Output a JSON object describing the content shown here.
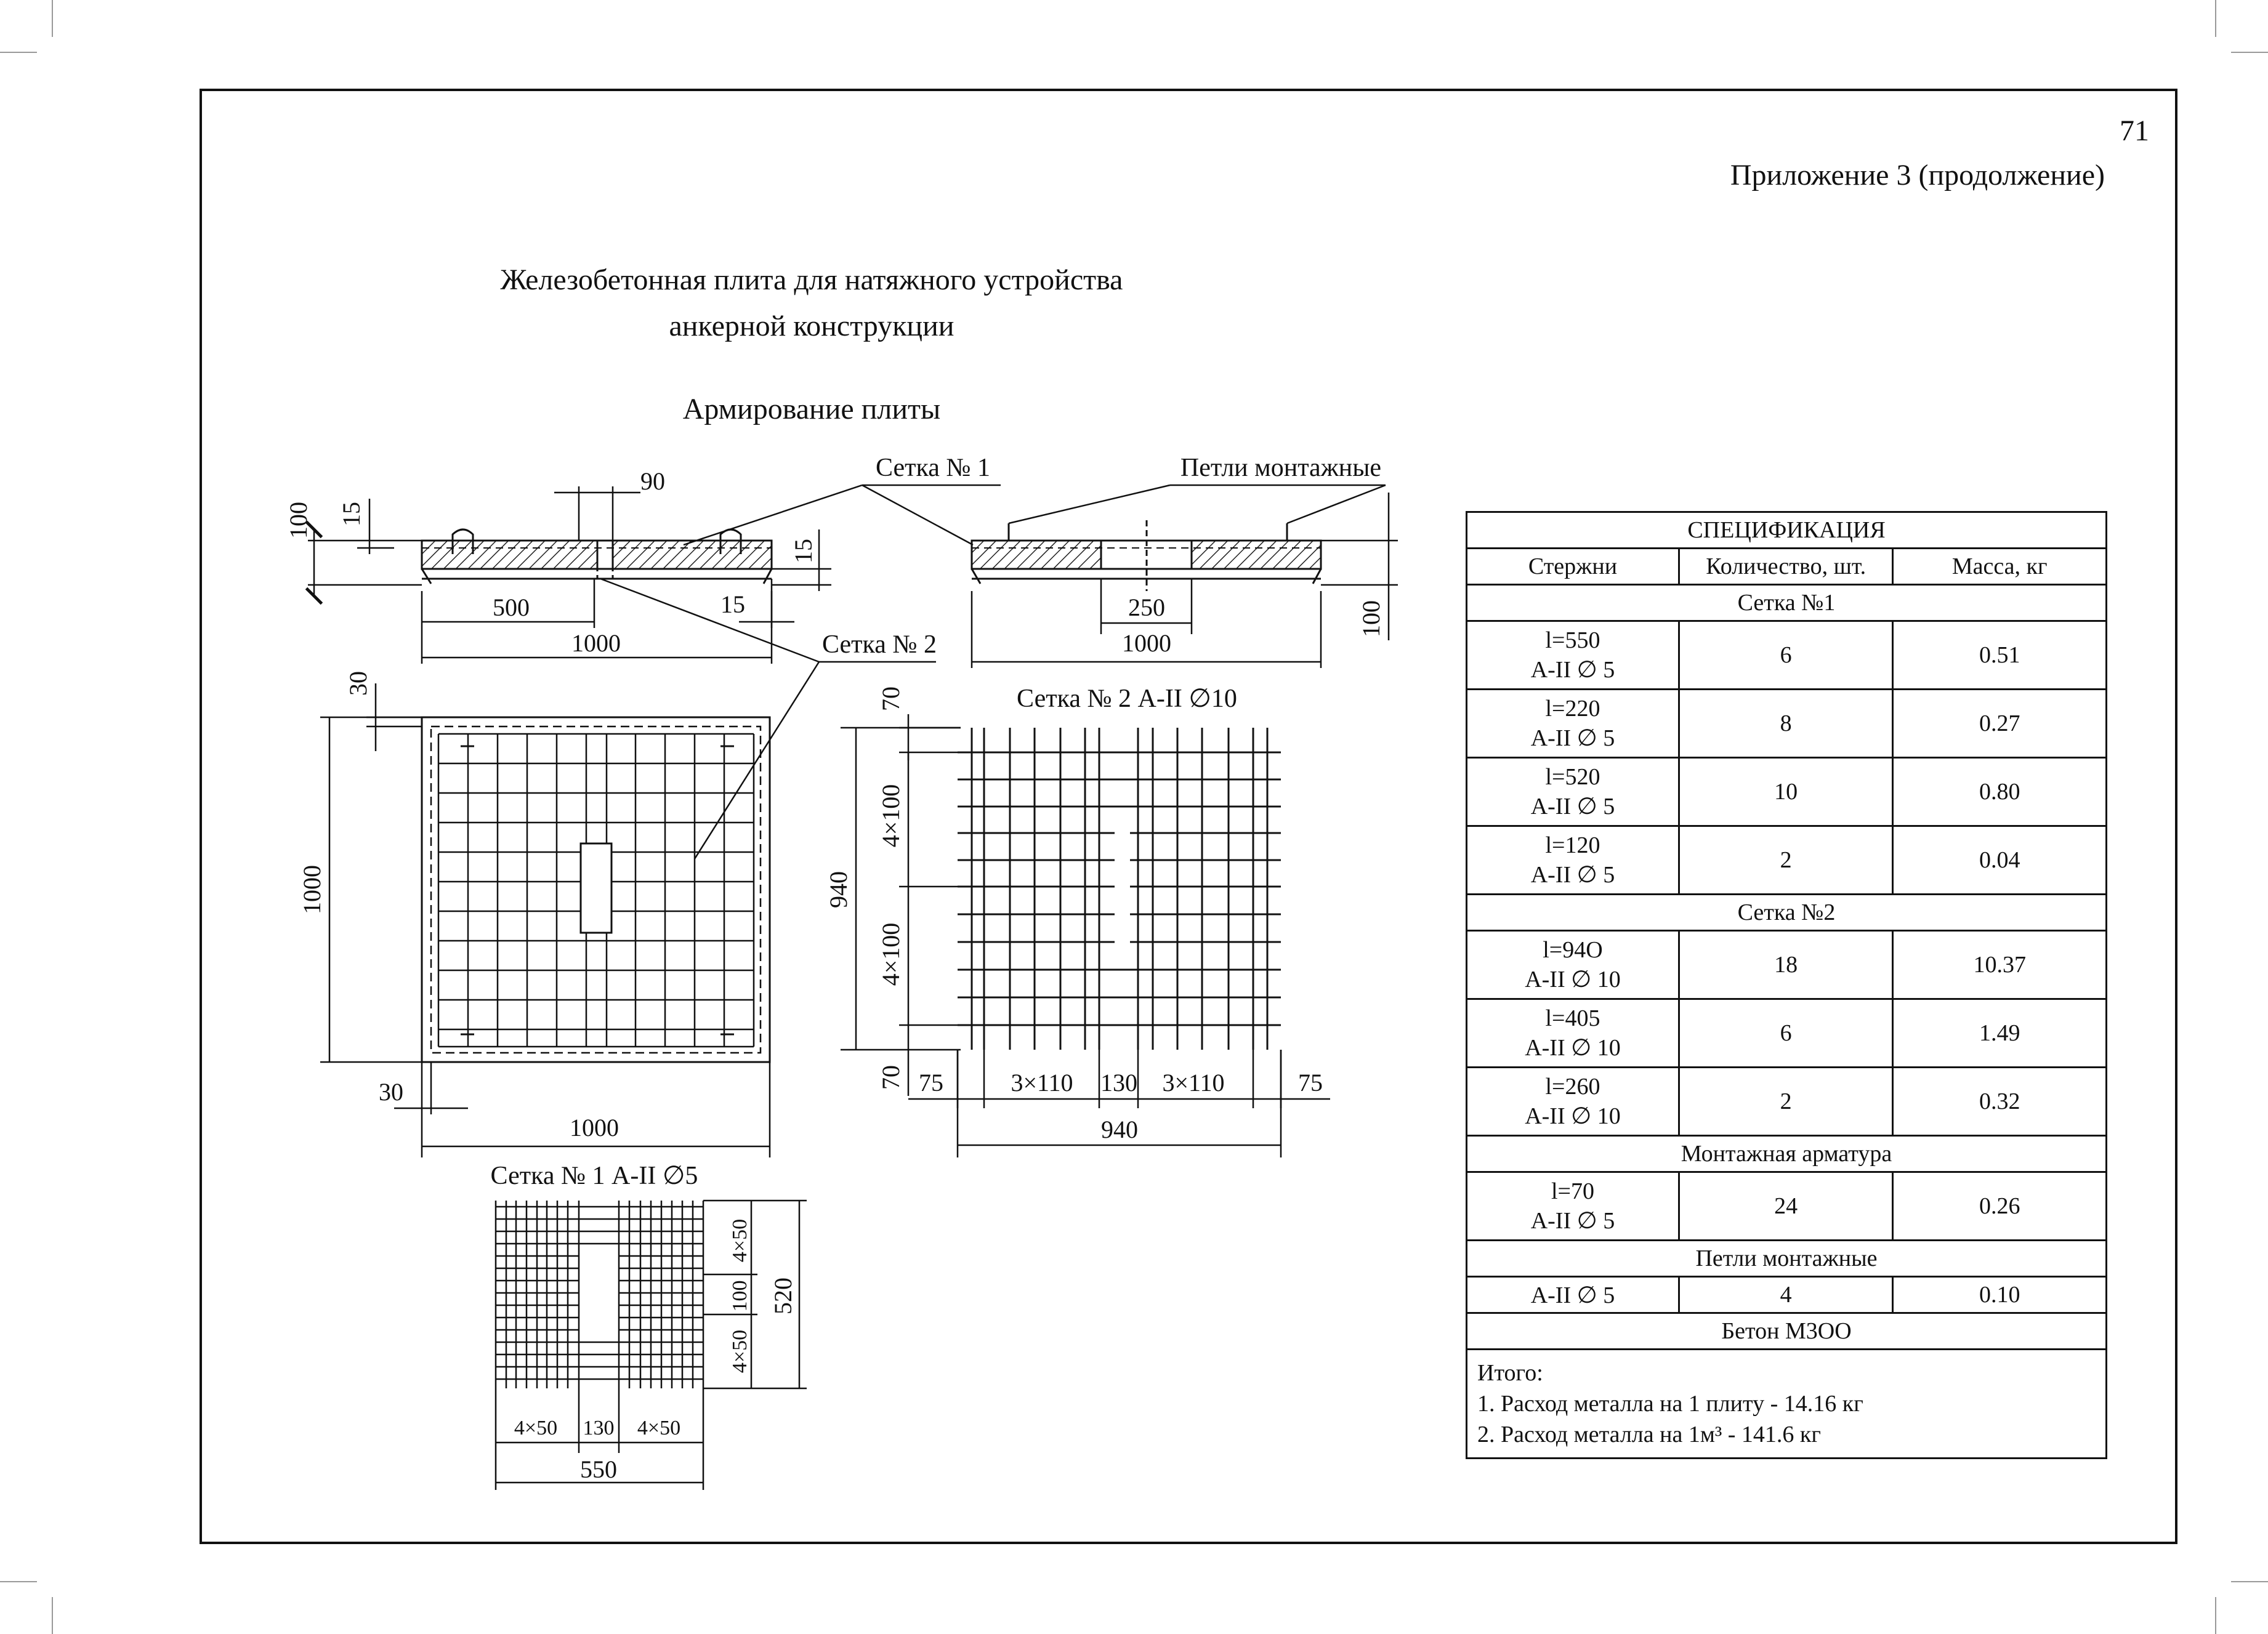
{
  "page_number": "71",
  "appendix": "Приложение 3 (продолжение)",
  "title_line1": "Железобетонная плита для натяжного устройства",
  "title_line2": "анкерной конструкции",
  "subtitle": "Армирование плиты",
  "labels": {
    "setka1": "Сетка № 1",
    "setka2": "Сетка № 2",
    "petli": "Петли монтажные",
    "setka2_title": "Сетка № 2 А-II ∅10",
    "setka1_title": "Сетка № 1 А-II ∅5"
  },
  "dims": {
    "d100a": "100",
    "d15a": "15",
    "d90": "90",
    "d15b": "15",
    "d500": "500",
    "d15c": "15",
    "d1000a": "1000",
    "d250": "250",
    "d1000b": "1000",
    "d100b": "100",
    "d30a": "30",
    "d1000c": "1000",
    "d30b": "30",
    "d1000d": "1000",
    "d70a": "70",
    "d4x100a": "4×100",
    "d940a": "940",
    "d4x100b": "4×100",
    "d70b": "70",
    "d75a": "75",
    "d3x110a": "3×110",
    "d130a": "130",
    "d3x110b": "3×110",
    "d75b": "75",
    "d940b": "940",
    "d4x50a": "4×50",
    "d100c": "100",
    "d4x50b": "4×50",
    "d520": "520",
    "d4x50c": "4×50",
    "d130b": "130",
    "d4x50d": "4×50",
    "d550": "550"
  },
  "spec": {
    "title": "СПЕЦИФИКАЦИЯ",
    "columns": [
      "Стержни",
      "Количество, шт.",
      "Масса, кг"
    ],
    "sections": [
      {
        "name": "Сетка №1",
        "rows": [
          {
            "rod": "l=550",
            "steel": "А-II ∅ 5",
            "qty": "6",
            "mass": "0.51"
          },
          {
            "rod": "l=220",
            "steel": "А-II ∅ 5",
            "qty": "8",
            "mass": "0.27"
          },
          {
            "rod": "l=520",
            "steel": "А-II ∅ 5",
            "qty": "10",
            "mass": "0.80"
          },
          {
            "rod": "l=120",
            "steel": "А-II ∅ 5",
            "qty": "2",
            "mass": "0.04"
          }
        ]
      },
      {
        "name": "Сетка №2",
        "rows": [
          {
            "rod": "l=94О",
            "steel": "А-II ∅ 10",
            "qty": "18",
            "mass": "10.37"
          },
          {
            "rod": "l=405",
            "steel": "А-II ∅ 10",
            "qty": "6",
            "mass": "1.49"
          },
          {
            "rod": "l=260",
            "steel": "А-II ∅ 10",
            "qty": "2",
            "mass": "0.32"
          }
        ]
      },
      {
        "name": "Монтажная арматура",
        "rows": [
          {
            "rod": "l=70",
            "steel": "А-II ∅ 5",
            "qty": "24",
            "mass": "0.26"
          }
        ]
      }
    ],
    "petli_title": "Петли монтажные",
    "petli_row": {
      "steel": "А-II ∅ 5",
      "qty": "4",
      "mass": "0.10"
    },
    "beton": "Бетон М3ОО",
    "itogo": "Итого:",
    "total1": "1. Расход металла на 1 плиту - 14.16 кг",
    "total2": "2. Расход металла на 1м³ - 141.6 кг"
  }
}
